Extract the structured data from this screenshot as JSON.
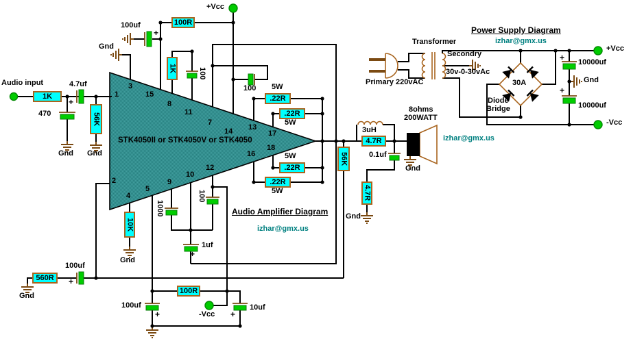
{
  "amp": {
    "title": "Audio Amplifier Diagram",
    "email": "izhar@gmx.us",
    "ic_label": "STK4050II or STK4050V or STK4050",
    "pins": {
      "p1": "1",
      "p2": "2",
      "p3": "3",
      "p4": "4",
      "p5": "5",
      "p7": "7",
      "p8": "8",
      "p9": "9",
      "p10": "10",
      "p11": "11",
      "p12": "12",
      "p13": "13",
      "p14": "14",
      "p15": "15",
      "p16": "16",
      "p17": "17",
      "p18": "18"
    },
    "labels": {
      "audio_input": "Audio input",
      "vcc_plus": "+Vcc",
      "vcc_minus": "-Vcc",
      "gnd": "Gnd",
      "plus": "+"
    },
    "components": {
      "r_in": "1K",
      "c_470": "470",
      "c_4u7": "4.7uf",
      "r_56k_in": "56K",
      "c_100uf_top": "100uf",
      "r_100r_top": "100R",
      "r_1k_p8": "1K",
      "c_100_p11": "100",
      "c_100_p14": "100",
      "r_022": ".22R",
      "w_5": "5W",
      "r_10k": "10K",
      "c_1000": "1000",
      "c_100_p12": "100",
      "c_1uf": "1uf",
      "r_560": "560R",
      "c_100uf_fb": "100uf",
      "r_100r_bot": "100R",
      "c_100uf_bot": "100uf",
      "c_10uf": "10uf",
      "r_56k_out": "56K",
      "l_3uh": "3uH",
      "r_47_series": "4.7R",
      "c_01uf": "0.1uf",
      "r_47_snub": "4.7R"
    },
    "speaker": {
      "line1": "8ohms",
      "line2": "200WATT"
    },
    "colors": {
      "accent_teal": "#008080",
      "ic_fill": "#2E8B8B",
      "terminal_green": "#00CC00",
      "component_cyan": "#00FFFF"
    }
  },
  "psu": {
    "title": "Power Supply Diagram",
    "email": "izhar@gmx.us",
    "transformer": "Transformer",
    "secondary": "Secondry",
    "voltage": "30v-0-30vAc",
    "primary": "Primary 220vAC",
    "bridge_current": "30A",
    "bridge_l1": "Diode",
    "bridge_l2": "Bridge",
    "cap_top": "10000uf",
    "cap_bottom": "10000uf",
    "vcc_plus": "+Vcc",
    "vcc_minus": "-Vcc",
    "gnd": "Gnd",
    "plus": "+"
  }
}
